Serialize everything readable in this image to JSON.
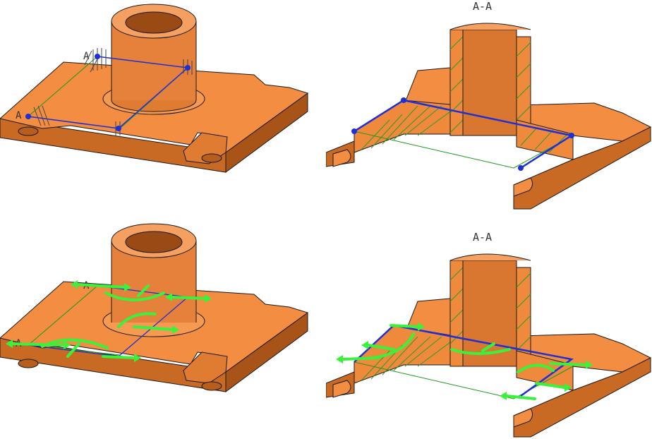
{
  "views": {
    "top_left": {
      "callout_upper": "A",
      "callout_lower": "A"
    },
    "top_right": {
      "title": "A-A"
    },
    "bottom_left": {
      "callout_upper": "A",
      "callout_lower": "A"
    },
    "bottom_right": {
      "title": "A-A"
    }
  },
  "colors": {
    "part_face": "#ef8a3d",
    "part_top": "#f28d42",
    "part_side": "#c96a24",
    "part_dark": "#a85418",
    "edge": "#1a1a1a",
    "cut_line": "#1f2fd6",
    "handle": "#3af23a",
    "hatch": "#2a9c2a",
    "section_plane": "#1a9a1a"
  },
  "icons": {
    "section_handles": "drag-handle-icon",
    "vertex_points": "section-vertex-icon"
  }
}
